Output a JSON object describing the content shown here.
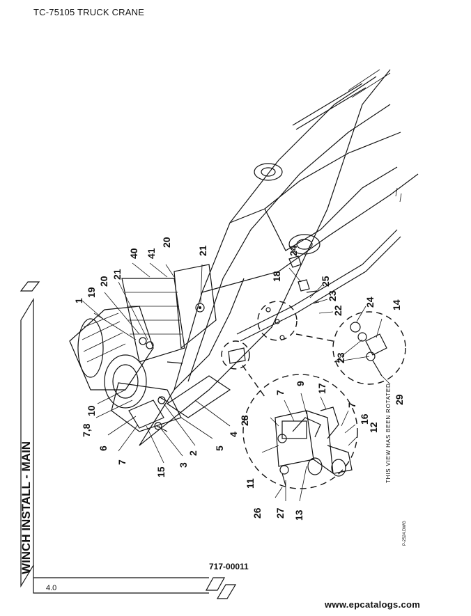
{
  "header": {
    "title": "TC-75105 TRUCK CRANE"
  },
  "section_title": "WINCH INSTALL - MAIN",
  "drawing_number": "717-00011",
  "page_number": "4.0",
  "rotated_view_note": "THIS VIEW HAS BEEN ROTATED",
  "dwg_reference": "P-2524.DWG",
  "watermark": "www.epcatalogs.com",
  "callouts": [
    {
      "id": "c-1",
      "label": "1"
    },
    {
      "id": "c-19",
      "label": "19"
    },
    {
      "id": "c-20a",
      "label": "20"
    },
    {
      "id": "c-21a",
      "label": "21"
    },
    {
      "id": "c-40",
      "label": "40"
    },
    {
      "id": "c-41",
      "label": "41"
    },
    {
      "id": "c-20b",
      "label": "20"
    },
    {
      "id": "c-21b",
      "label": "21"
    },
    {
      "id": "c-24a",
      "label": "24"
    },
    {
      "id": "c-18",
      "label": "18"
    },
    {
      "id": "c-25",
      "label": "25"
    },
    {
      "id": "c-23a",
      "label": "23"
    },
    {
      "id": "c-22",
      "label": "22"
    },
    {
      "id": "c-24b",
      "label": "24"
    },
    {
      "id": "c-14",
      "label": "14"
    },
    {
      "id": "c-23b",
      "label": "23"
    },
    {
      "id": "c-29",
      "label": "29"
    },
    {
      "id": "c-10",
      "label": "10"
    },
    {
      "id": "c-78",
      "label": "7,8"
    },
    {
      "id": "c-6",
      "label": "6"
    },
    {
      "id": "c-7a",
      "label": "7"
    },
    {
      "id": "c-15",
      "label": "15"
    },
    {
      "id": "c-3",
      "label": "3"
    },
    {
      "id": "c-2",
      "label": "2"
    },
    {
      "id": "c-5",
      "label": "5"
    },
    {
      "id": "c-4",
      "label": "4"
    },
    {
      "id": "c-28",
      "label": "28"
    },
    {
      "id": "c-7b",
      "label": "7"
    },
    {
      "id": "c-9",
      "label": "9"
    },
    {
      "id": "c-17",
      "label": "17"
    },
    {
      "id": "c-7c",
      "label": "7"
    },
    {
      "id": "c-16",
      "label": "16"
    },
    {
      "id": "c-12",
      "label": "12"
    },
    {
      "id": "c-11",
      "label": "11"
    },
    {
      "id": "c-26",
      "label": "26"
    },
    {
      "id": "c-27",
      "label": "27"
    },
    {
      "id": "c-13",
      "label": "13"
    }
  ]
}
